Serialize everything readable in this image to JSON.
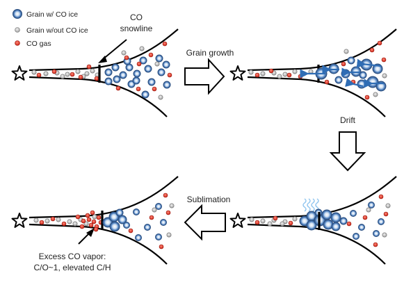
{
  "legend": {
    "grain_with_ice": "Grain w/ CO ice",
    "grain_without_ice": "Grain w/out CO ice",
    "co_gas": "CO gas"
  },
  "annotations": {
    "snowline_line1": "CO",
    "snowline_line2": "snowline",
    "excess_line1": "Excess CO vapor:",
    "excess_line2": "C/O~1, elevated C/H"
  },
  "steps": {
    "grain_growth": "Grain growth",
    "drift": "Drift",
    "sublimation": "Sublimation"
  },
  "icons": {
    "star": "star-icon",
    "arrow": "block-arrow-icon",
    "vapor": "wavy-vapor-icon"
  },
  "colors": {
    "ice_grain_fill": "#5b8cc9",
    "ice_grain_ring": "#2b4f80",
    "bare_grain": "#c8c8c8",
    "gas": "#e23a2c",
    "drift_arrow": "#2f6db5",
    "vapor": "#8fc4ef"
  }
}
